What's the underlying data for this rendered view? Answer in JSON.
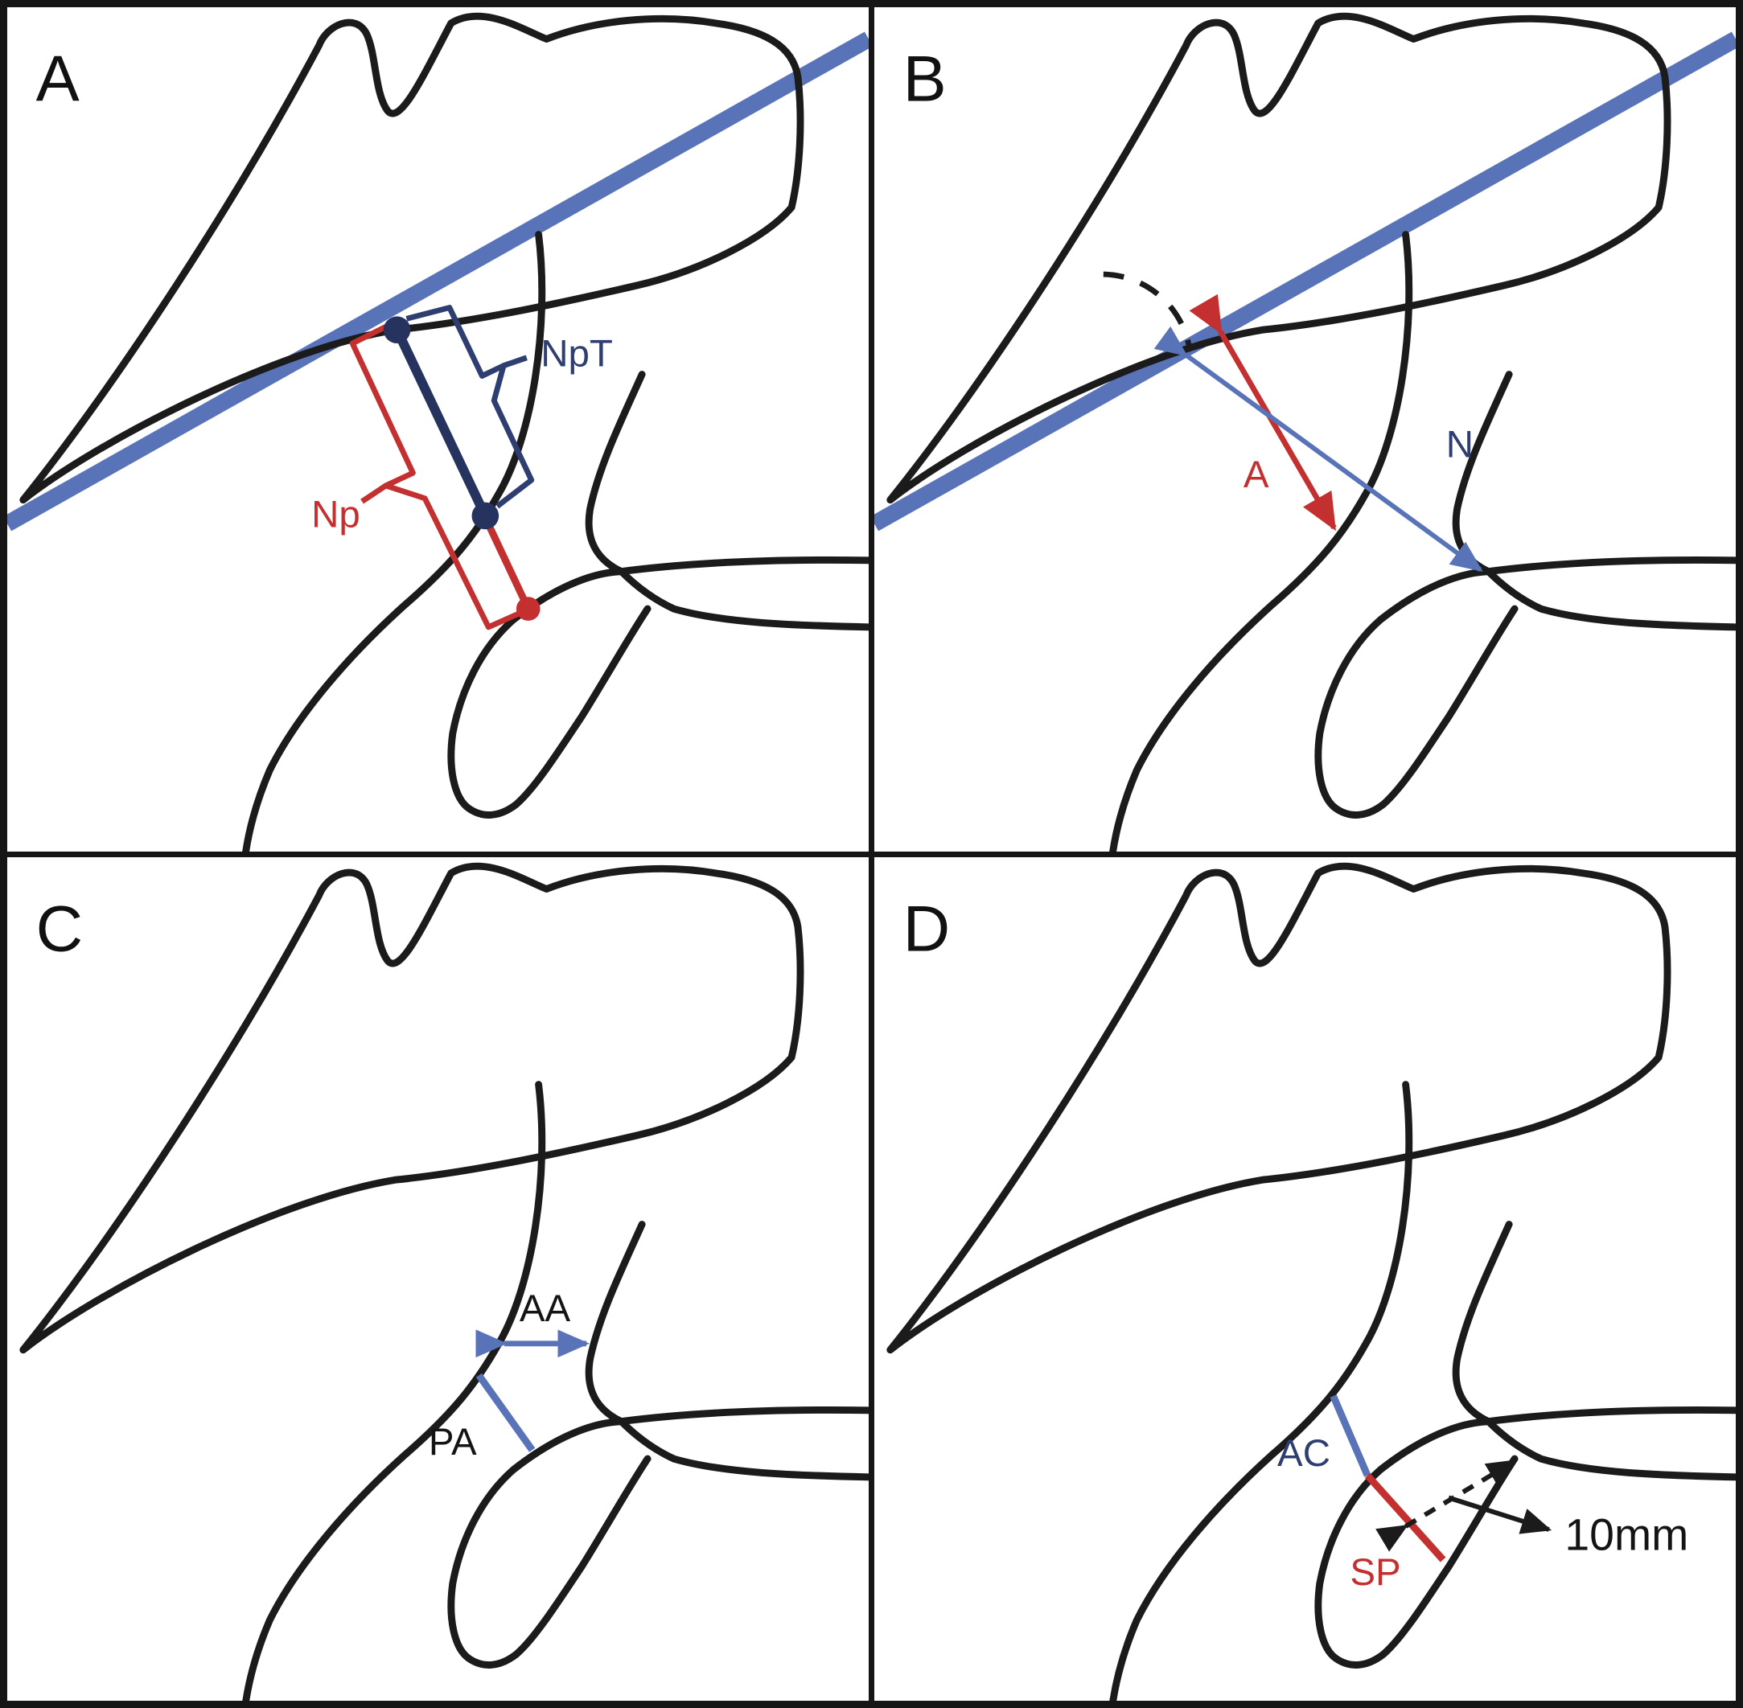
{
  "figure": {
    "panels": {
      "a": {
        "letter": "A",
        "label_np": "Np",
        "label_npt": "NpT"
      },
      "b": {
        "letter": "B",
        "label_a": "A",
        "label_n": "N"
      },
      "c": {
        "letter": "C",
        "label_aa": "AA",
        "label_pa": "PA"
      },
      "d": {
        "letter": "D",
        "label_ac": "AC",
        "label_sp": "SP",
        "label_10mm": "10mm"
      }
    },
    "colors": {
      "blue": "#5873b8",
      "navy": "#2e3e71",
      "dark_navy": "#26335e",
      "red": "#c4302f",
      "outline": "#1b1b1b"
    }
  }
}
